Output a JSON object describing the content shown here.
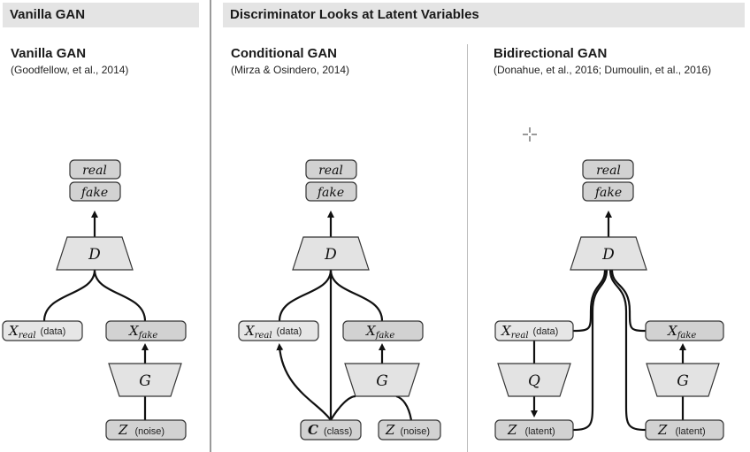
{
  "headers": {
    "left": "Vanilla GAN",
    "right": "Discriminator Looks at Latent Variables"
  },
  "panels": [
    {
      "title": "Vanilla GAN",
      "citation": "(Goodfellow, et al., 2014)",
      "real": "real",
      "fake": "fake",
      "d": "D",
      "g": "G",
      "x_real_main": "X",
      "x_real_sub": "real",
      "x_real_note": "(data)",
      "x_fake_main": "X",
      "x_fake_sub": "fake",
      "z_main": "Z",
      "z_note": "(noise)"
    },
    {
      "title": "Conditional GAN",
      "citation": "(Mirza & Osindero, 2014)",
      "real": "real",
      "fake": "fake",
      "d": "D",
      "g": "G",
      "x_real_main": "X",
      "x_real_sub": "real",
      "x_real_note": "(data)",
      "x_fake_main": "X",
      "x_fake_sub": "fake",
      "c_main": "C",
      "c_note": "(class)",
      "z_main": "Z",
      "z_note": "(noise)"
    },
    {
      "title": "Bidirectional GAN",
      "citation": "(Donahue, et al., 2016;  Dumoulin, et al., 2016)",
      "real": "real",
      "fake": "fake",
      "d": "D",
      "g": "G",
      "q": "Q",
      "x_real_main": "X",
      "x_real_sub": "real",
      "x_real_note": "(data)",
      "x_fake_main": "X",
      "x_fake_sub": "fake",
      "z1_main": "Z",
      "z1_note": "(latent)",
      "z2_main": "Z",
      "z2_note": "(latent)"
    }
  ]
}
